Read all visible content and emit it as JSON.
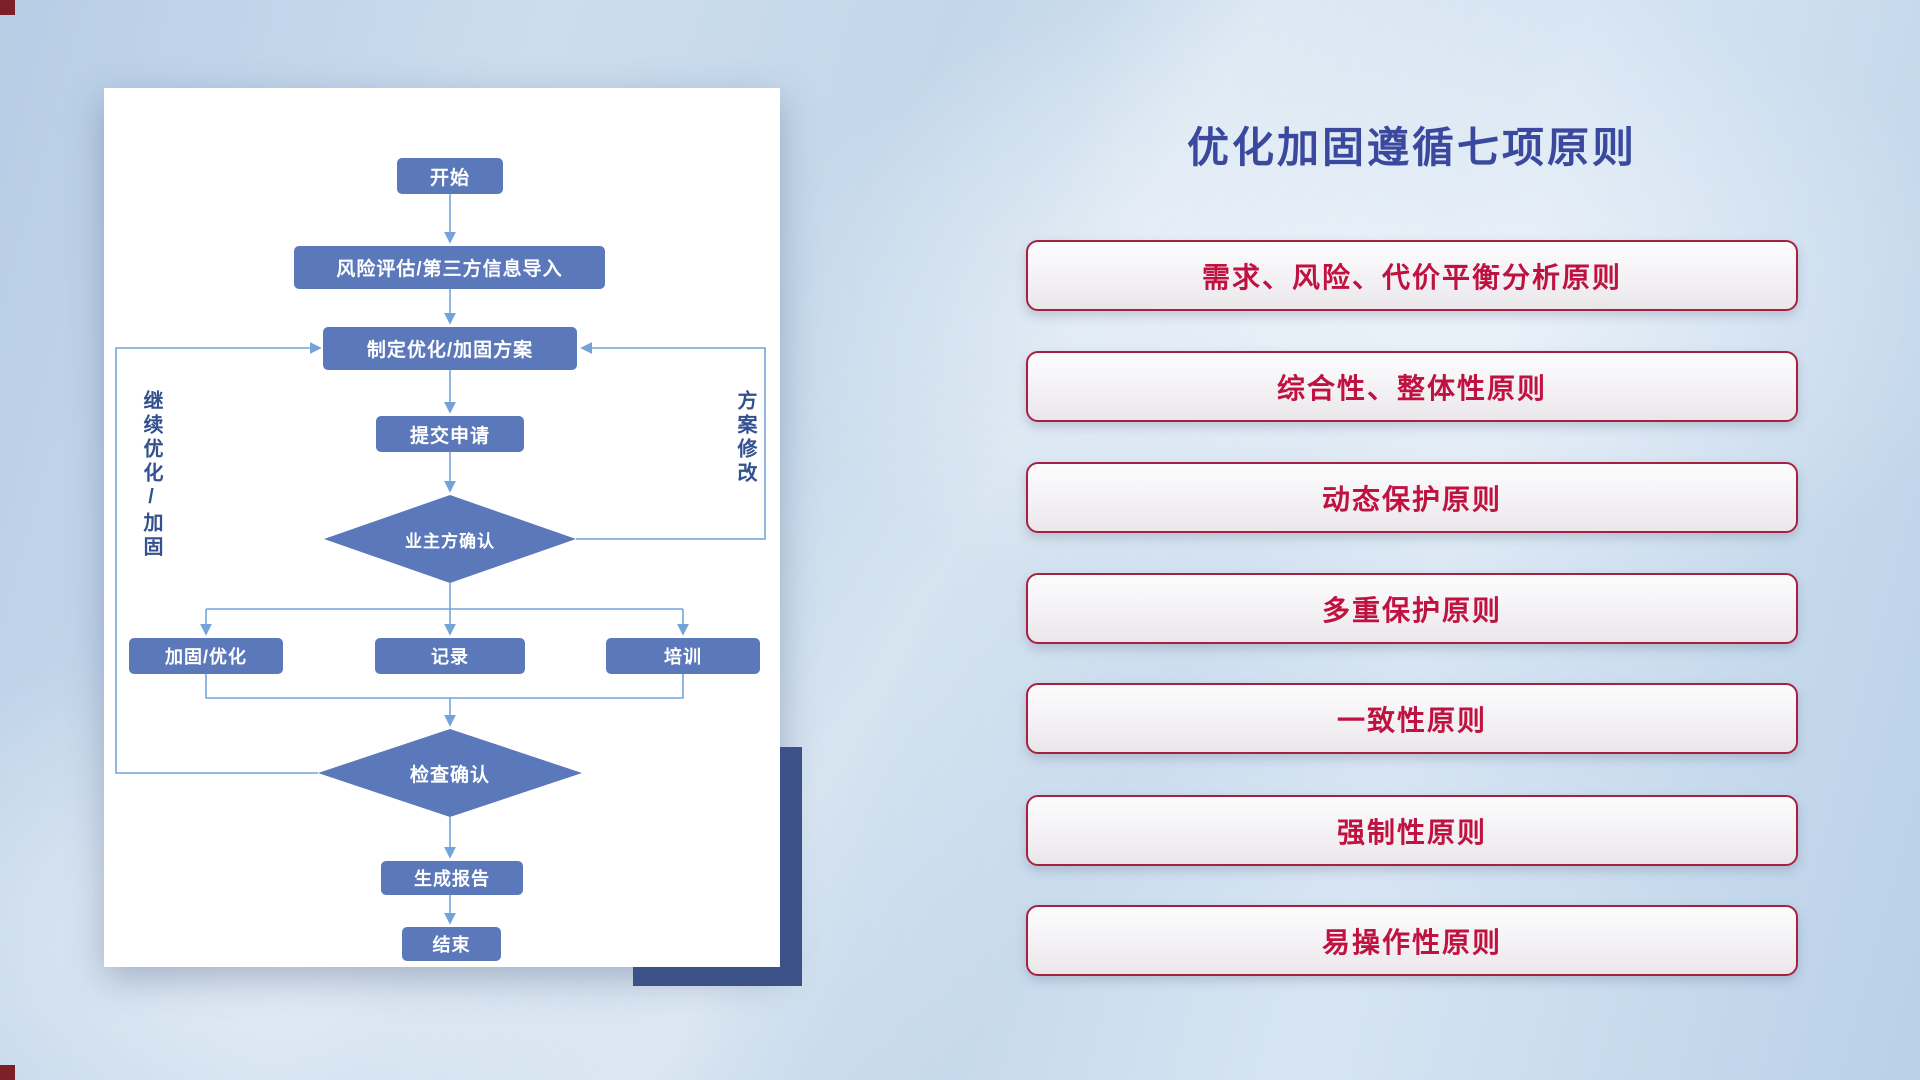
{
  "title": "优化加固遵循七项原则",
  "flowchart": {
    "nodes": {
      "start": "开始",
      "risk": "风险评估/第三方信息导入",
      "plan": "制定优化/加固方案",
      "submit": "提交申请",
      "owner_confirm": "业主方确认",
      "reinforce": "加固/优化",
      "record": "记录",
      "training": "培训",
      "check_confirm": "检查确认",
      "report": "生成报告",
      "end": "结束"
    },
    "side_labels": {
      "continue_optimize": "继续优化/加固",
      "plan_modify": "方案修改"
    },
    "colors": {
      "node_fill": "#5b78ba",
      "connector": "#74a3da",
      "side_label": "#33508f"
    }
  },
  "principles": [
    {
      "label": "需求、风险、代价平衡分析原则"
    },
    {
      "label": "综合性、整体性原则"
    },
    {
      "label": "动态保护原则"
    },
    {
      "label": "多重保护原则"
    },
    {
      "label": "一致性原则"
    },
    {
      "label": "强制性原则"
    },
    {
      "label": "易操作性原则"
    }
  ],
  "panel_colors": {
    "title": "#3a499d",
    "principle_text": "#c01240",
    "principle_border": "#a82040"
  }
}
